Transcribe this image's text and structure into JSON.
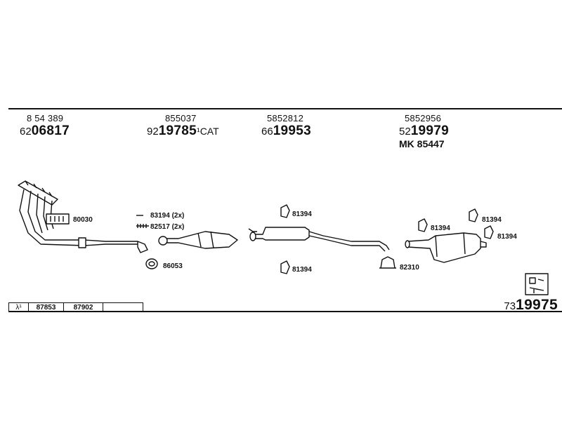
{
  "header_groups": [
    {
      "ref": "8 54 389",
      "prefix": "62",
      "number": "06817",
      "suffix": ""
    },
    {
      "ref": "855037",
      "prefix": "92",
      "number": "19785",
      "suffix": "¹CAT"
    },
    {
      "ref": "5852812",
      "prefix": "66",
      "number": "19953",
      "suffix": ""
    },
    {
      "ref": "5852956",
      "prefix": "52",
      "number": "19979",
      "suffix": "",
      "extra": "MK  85447"
    }
  ],
  "labels": {
    "manifold_clamp": "80030",
    "bolt_kit_a": "83194 (2x)",
    "bolt_kit_b": "82517 (2x)",
    "gasket_ring": "86053",
    "mid_hanger_top": "81394",
    "mid_hanger_bottom": "81394",
    "rear_hanger_left": "81394",
    "rear_hanger_top": "81394",
    "rear_hanger_right": "81394",
    "clamp": "82310"
  },
  "table": {
    "symbol": "λ¹",
    "cells": [
      "87853",
      "87902",
      ""
    ]
  },
  "total": {
    "prefix": "73",
    "number": "19975"
  },
  "icons": [
    "exhaust-manifold-icon",
    "catalytic-converter-icon",
    "middle-silencer-icon",
    "rear-silencer-icon",
    "mounting-kit-icon"
  ]
}
